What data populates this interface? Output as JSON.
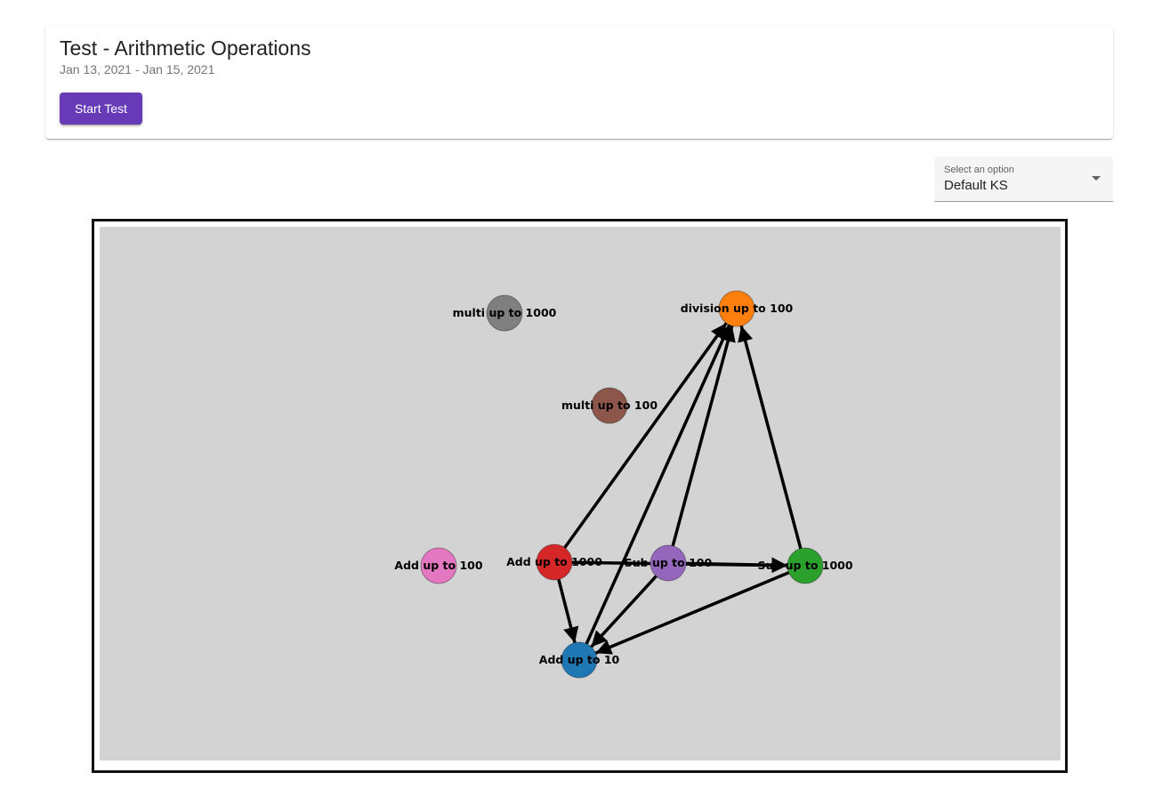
{
  "test": {
    "title": "Test - Arithmetic Operations",
    "date_range": "Jan 13, 2021 - Jan 15, 2021",
    "start_button_label": "Start Test"
  },
  "select": {
    "label": "Select an option",
    "value": "Default KS",
    "icon": "chevron-down-icon"
  },
  "graph": {
    "nodes": [
      {
        "id": "multi1000",
        "label": "multi up to 1000",
        "color": "#7f7f7f"
      },
      {
        "id": "div100",
        "label": "division up to 100",
        "color": "#ff7f0e"
      },
      {
        "id": "multi100",
        "label": "multi up to 100",
        "color": "#8c564b"
      },
      {
        "id": "add100",
        "label": "Add up to 100",
        "color": "#e377c2"
      },
      {
        "id": "add1000",
        "label": "Add up to 1000",
        "color": "#d62728"
      },
      {
        "id": "sub100",
        "label": "Sub up to 100",
        "color": "#9467bd"
      },
      {
        "id": "sub1000",
        "label": "Sub up to 1000",
        "color": "#2ca02c"
      },
      {
        "id": "add10",
        "label": "Add up to 10",
        "color": "#1f77b4"
      }
    ],
    "edges": [
      {
        "from": "add1000",
        "to": "div100"
      },
      {
        "from": "add1000",
        "to": "add10"
      },
      {
        "from": "add1000",
        "to": "sub1000"
      },
      {
        "from": "sub100",
        "to": "div100"
      },
      {
        "from": "sub100",
        "to": "add10"
      },
      {
        "from": "sub100",
        "to": "sub1000"
      },
      {
        "from": "sub1000",
        "to": "div100"
      },
      {
        "from": "sub1000",
        "to": "add10"
      },
      {
        "from": "add10",
        "to": "div100"
      }
    ]
  }
}
